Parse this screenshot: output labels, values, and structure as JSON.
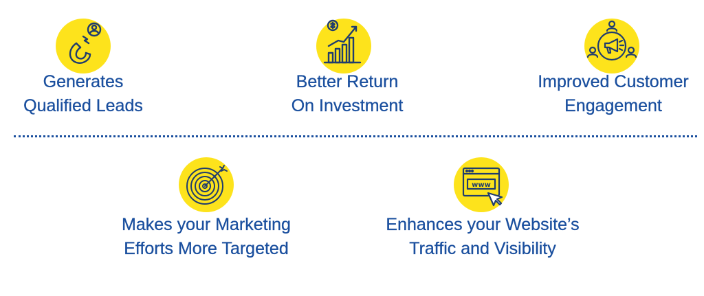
{
  "colors": {
    "accent_yellow": "#fde31c",
    "text_blue": "#1a4f9e",
    "icon_stroke": "#1f3c6e"
  },
  "benefits": [
    {
      "icon": "magnet-icon",
      "line1": "Generates",
      "line2": "Qualified Leads"
    },
    {
      "icon": "growth-chart-icon",
      "line1": "Better Return",
      "line2": "On Investment"
    },
    {
      "icon": "megaphone-group-icon",
      "line1": "Improved Customer",
      "line2": "Engagement"
    },
    {
      "icon": "target-icon",
      "line1": "Makes your Marketing",
      "line2": "Efforts More Targeted"
    },
    {
      "icon": "website-www-icon",
      "line1": "Enhances your Website’s",
      "line2": "Traffic and Visibility"
    }
  ]
}
